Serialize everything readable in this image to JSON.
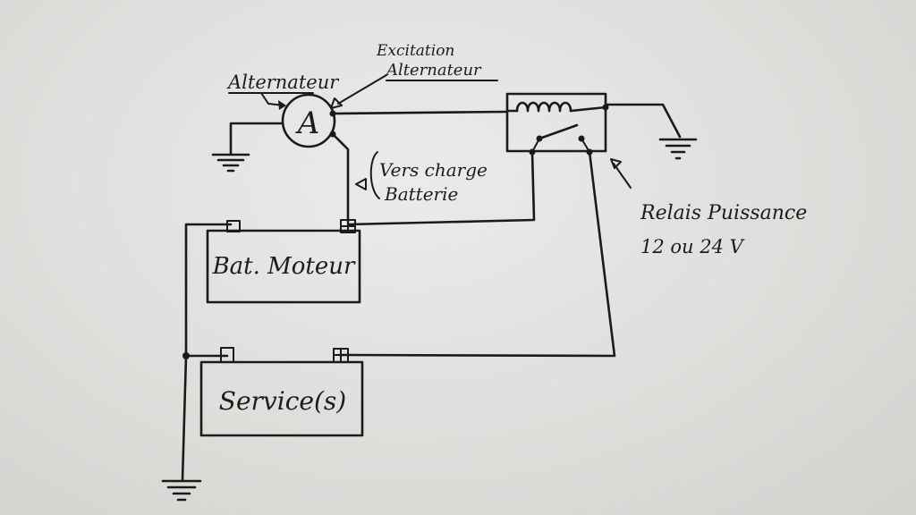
{
  "alternator": {
    "symbol": "A",
    "label": "Alternateur"
  },
  "excitation": {
    "line1": "Excitation",
    "line2": "Alternateur"
  },
  "charge": {
    "line1": "Vers charge",
    "line2": "Batterie"
  },
  "relay": {
    "line1": "Relais Puissance",
    "line2": "12 ou 24 V"
  },
  "battery_engine": {
    "label": "Bat. Moteur"
  },
  "battery_service": {
    "label": "Service(s)"
  },
  "colors": {
    "paper": "#e6e6e4",
    "ink": "#1a1a1a"
  }
}
